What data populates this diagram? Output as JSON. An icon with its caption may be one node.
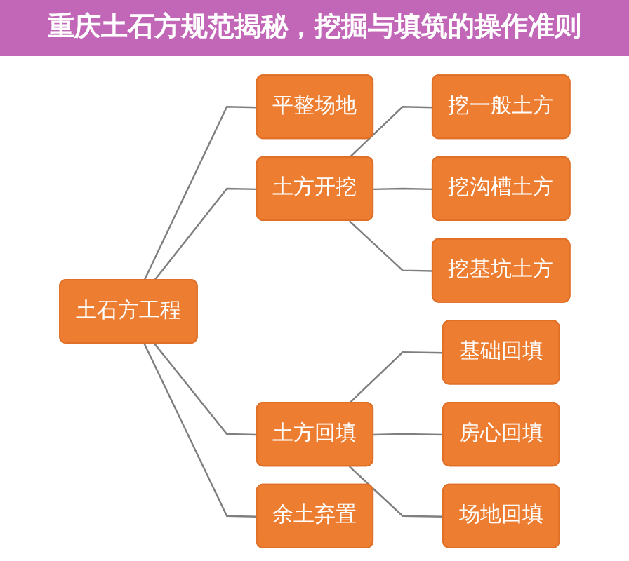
{
  "diagram": {
    "title": "重庆土石方规范揭秘，挖掘与填筑的操作准则",
    "nodes": [
      {
        "text": [
          "土石方工程"
        ]
      },
      {
        "text": [
          "平整场地"
        ]
      },
      {
        "text": [
          "土方开挖"
        ]
      },
      {
        "text": [
          "土方回填"
        ]
      },
      {
        "text": [
          "余土弃置"
        ]
      },
      {
        "text": [
          "挖一般土方"
        ]
      },
      {
        "text": [
          "挖沟槽土方"
        ]
      },
      {
        "text": [
          "挖基坑土方"
        ]
      },
      {
        "text": [
          "基础回填"
        ]
      },
      {
        "text": [
          "房心回填"
        ]
      },
      {
        "text": [
          "场地回填"
        ]
      }
    ],
    "edges": [
      {
        "from": 0,
        "to": 1,
        "arrow": "none"
      },
      {
        "from": 0,
        "to": 2,
        "arrow": "none"
      },
      {
        "from": 0,
        "to": 3,
        "arrow": "none"
      },
      {
        "from": 0,
        "to": 4,
        "arrow": "none"
      },
      {
        "from": 2,
        "to": 5,
        "arrow": "none"
      },
      {
        "from": 2,
        "to": 6,
        "arrow": "none"
      },
      {
        "from": 2,
        "to": 7,
        "arrow": "none"
      },
      {
        "from": 3,
        "to": 8,
        "arrow": "none"
      },
      {
        "from": 3,
        "to": 9,
        "arrow": "none"
      },
      {
        "from": 3,
        "to": 10,
        "arrow": "none"
      }
    ]
  }
}
